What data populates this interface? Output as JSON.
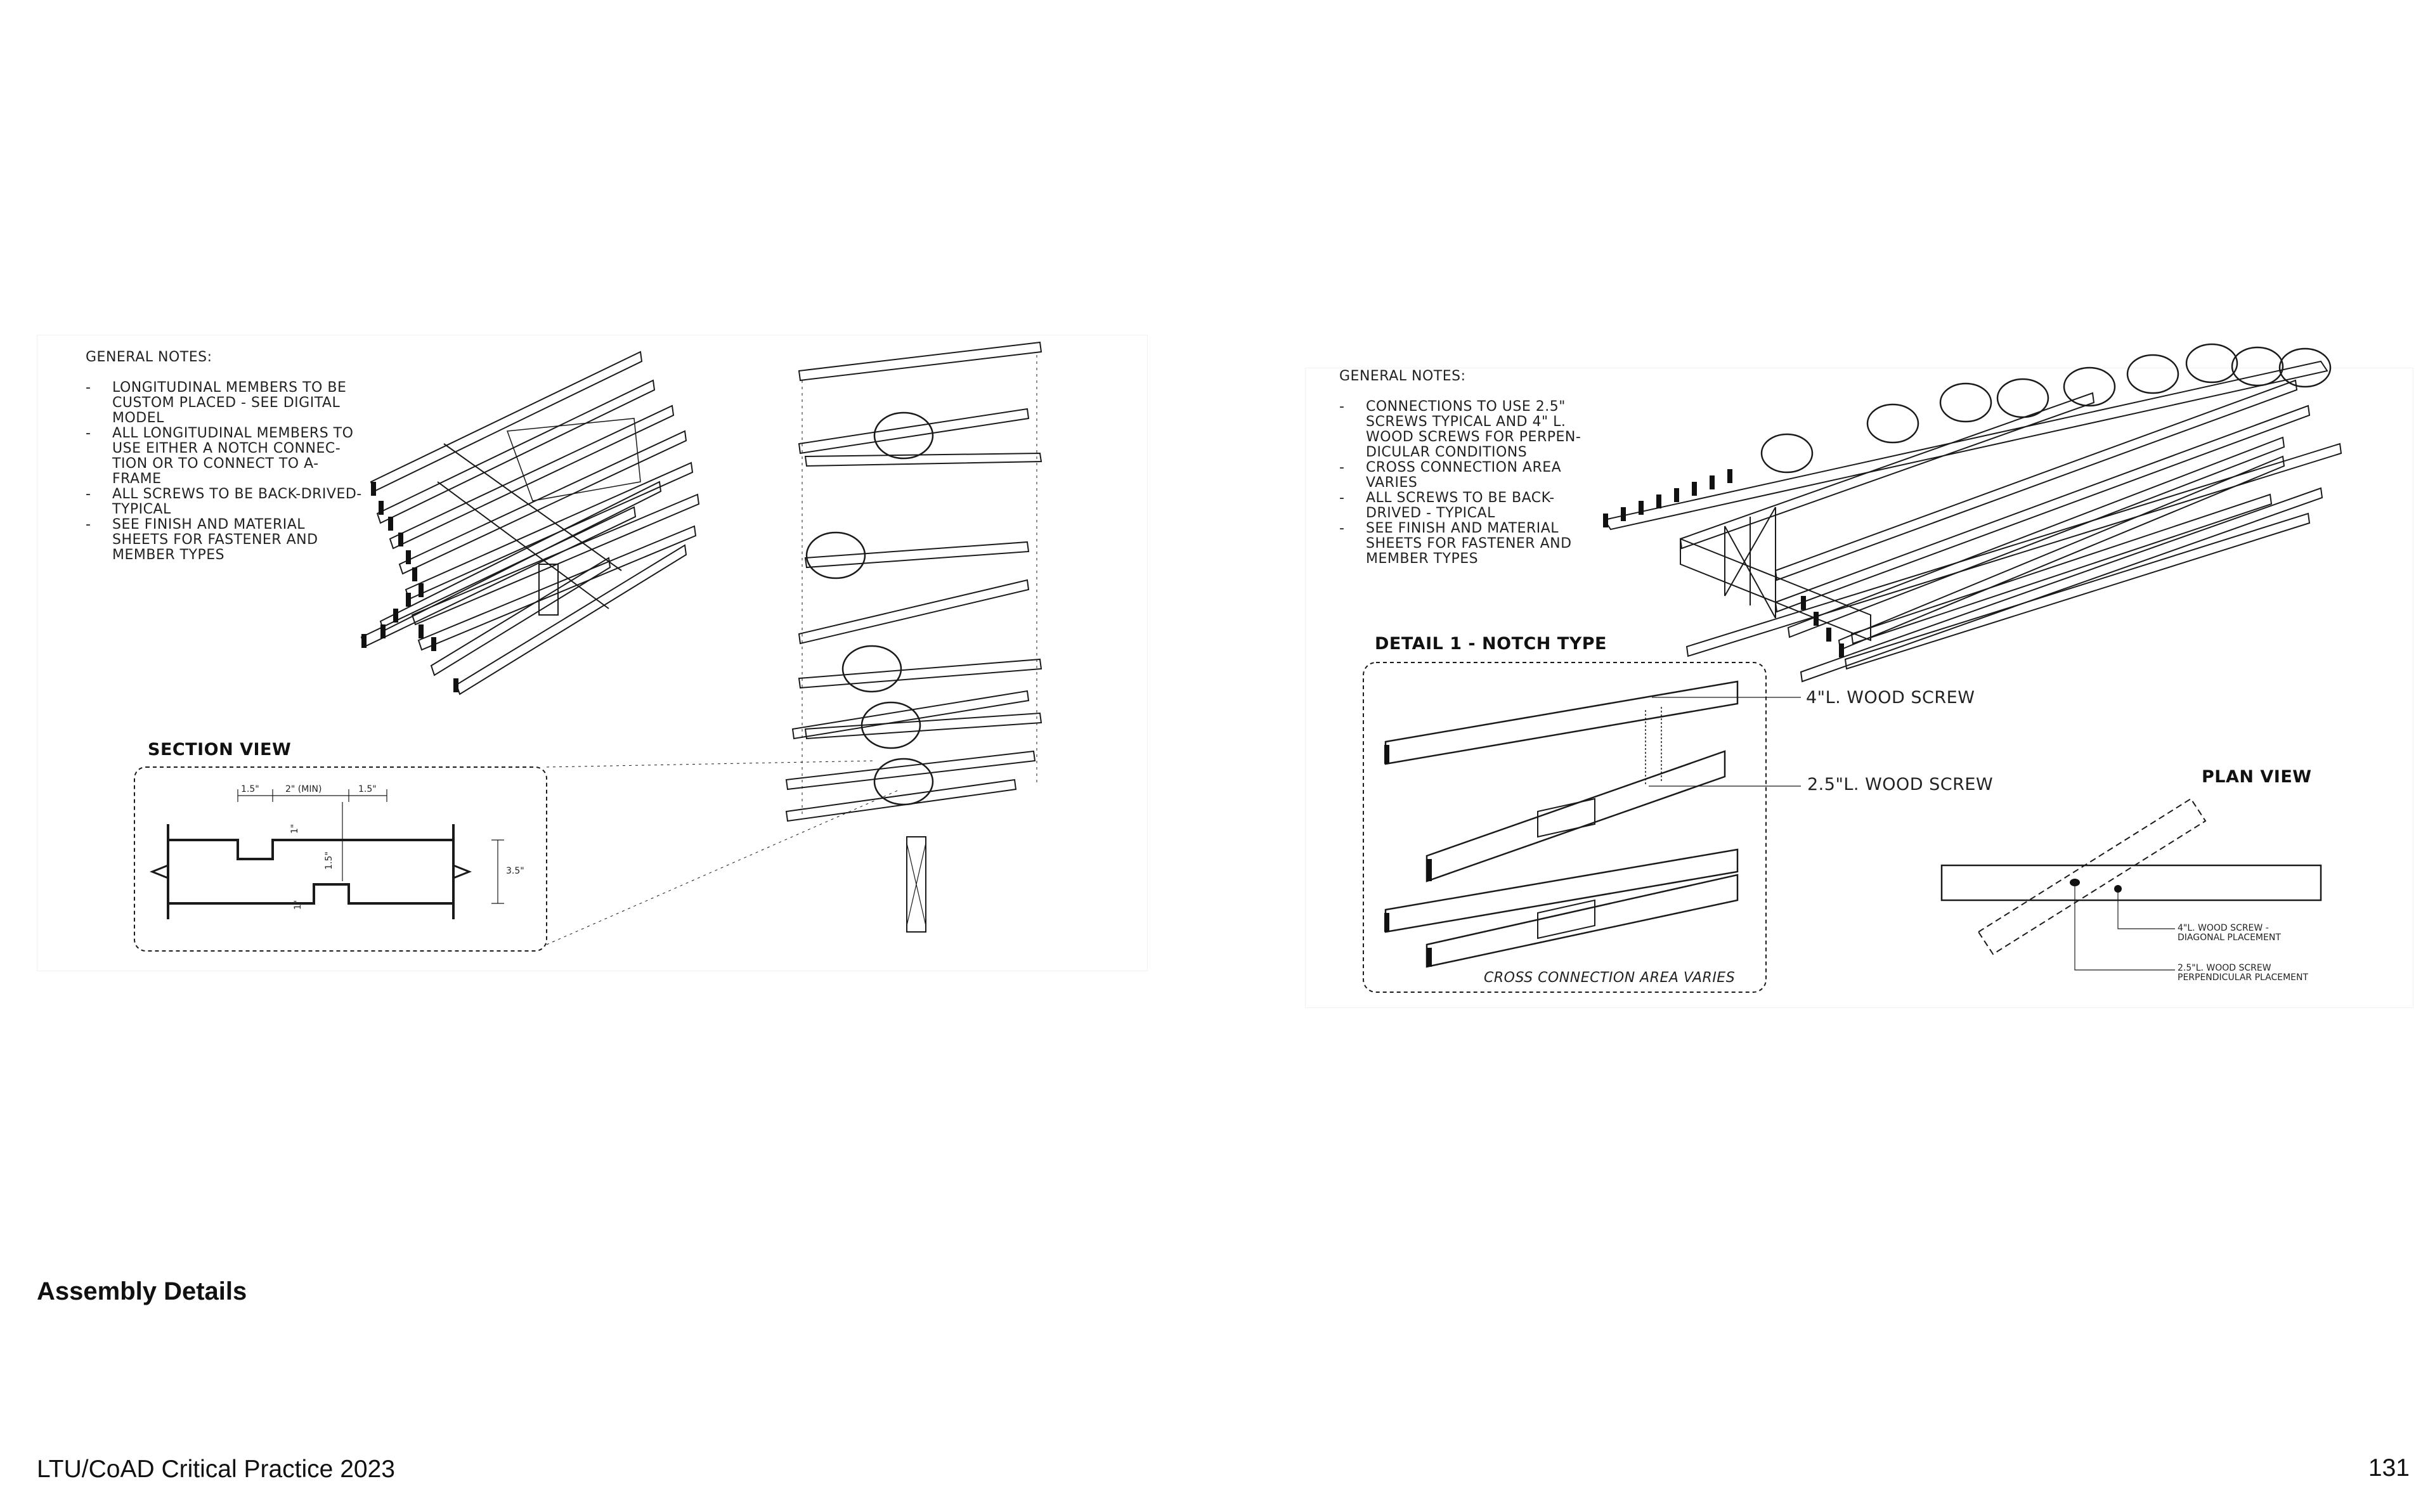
{
  "left_panel": {
    "notes_title": "GENERAL NOTES:",
    "notes": [
      "LONGITUDINAL MEMBERS TO BE CUSTOM PLACED - SEE DIGITAL MODEL",
      "ALL LONGITUDINAL MEMBERS TO USE EITHER A NOTCH CONNEC-TION OR TO CONNECT TO A-FRAME",
      "ALL SCREWS TO BE BACK-DRIVED-TYPICAL",
      "SEE FINISH AND MATERIAL SHEETS FOR FASTENER AND MEMBER TYPES"
    ],
    "section_view_title": "SECTION VIEW",
    "dims": {
      "d1": "1.5\"",
      "d2": "2\" (MIN)",
      "d3": "1.5\"",
      "d4": "1\"",
      "d5": "1.5\"",
      "d6": "1\"",
      "d7": "3.5\""
    }
  },
  "right_panel": {
    "notes_title": "GENERAL NOTES:",
    "notes": [
      "CONNECTIONS TO USE 2.5\" SCREWS TYPICAL AND 4\" L. WOOD SCREWS FOR PERPEN-DICULAR CONDITIONS",
      "CROSS CONNECTION AREA VARIES",
      "ALL SCREWS TO BE BACK-DRIVED - TYPICAL",
      "SEE FINISH AND MATERIAL SHEETS FOR FASTENER AND MEMBER TYPES"
    ],
    "detail_title": "DETAIL 1 - NOTCH TYPE",
    "callout_4in": "4\"L. WOOD SCREW",
    "callout_25in": "2.5\"L. WOOD SCREW",
    "detail_caption": "CROSS CONNECTION AREA VARIES",
    "plan_view_title": "PLAN VIEW",
    "plan_note_1_line1": "4\"L. WOOD SCREW -",
    "plan_note_1_line2": "DIAGONAL PLACEMENT",
    "plan_note_2_line1": "2.5\"L. WOOD SCREW",
    "plan_note_2_line2": "PERPENDICULAR PLACEMENT"
  },
  "page": {
    "heading": "Assembly Details",
    "footer": "LTU/CoAD Critical Practice 2023",
    "page_number": "131"
  }
}
